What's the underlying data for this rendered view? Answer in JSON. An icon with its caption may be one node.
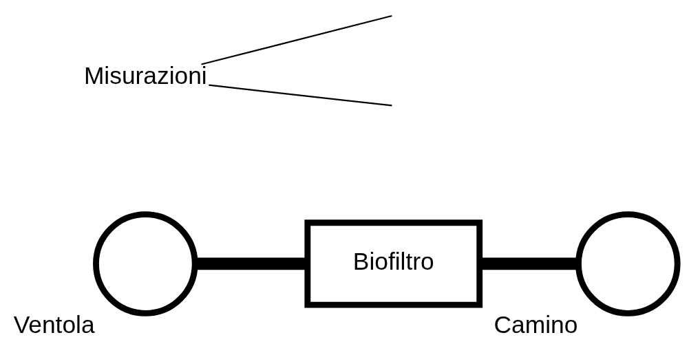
{
  "diagram": {
    "nodes": [
      {
        "text": [
          "Ventola"
        ]
      },
      {
        "text": [
          "Biofiltro"
        ]
      },
      {
        "text": [
          "Camino"
        ]
      },
      {
        "text": [
          "Misurazioni"
        ]
      }
    ],
    "edges": [
      {
        "from": 0,
        "to": 1,
        "arrow": "none",
        "style": "thick"
      },
      {
        "from": 1,
        "to": 2,
        "arrow": "none",
        "style": "thick"
      },
      {
        "from": 3,
        "to": null,
        "arrow": "none"
      },
      {
        "from": 3,
        "to": null,
        "arrow": "none"
      }
    ]
  }
}
